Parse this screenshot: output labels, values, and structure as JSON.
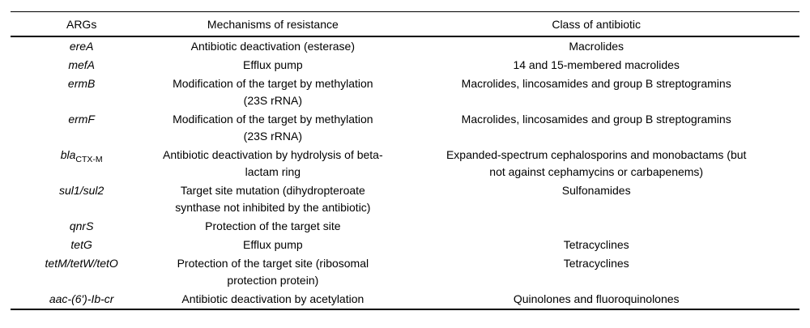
{
  "table": {
    "columns": [
      "ARGs",
      "Mechanisms of resistance",
      "Class of antibiotic"
    ],
    "rows": [
      {
        "arg": "ereA",
        "mechanism": "Antibiotic deactivation (esterase)",
        "class": "Macrolides"
      },
      {
        "arg": "mefA",
        "mechanism": "Efflux pump",
        "class": "14 and 15-membered macrolides"
      },
      {
        "arg": "ermB",
        "mechanism": "Modification of the target by methylation\n(23S rRNA)",
        "class": "Macrolides, lincosamides and group B streptogramins"
      },
      {
        "arg": "ermF",
        "mechanism": "Modification of the target by methylation\n(23S rRNA)",
        "class": "Macrolides, lincosamides and group B streptogramins"
      },
      {
        "arg": "bla",
        "arg_sub": "CTX-M",
        "mechanism": "Antibiotic deactivation by hydrolysis of beta-\nlactam ring",
        "class": "Expanded-spectrum cephalosporins and monobactams (but\nnot against cephamycins or carbapenems)"
      },
      {
        "arg": "sul1/sul2",
        "mechanism": "Target site mutation (dihydropteroate\nsynthase not inhibited by the antibiotic)",
        "class": "Sulfonamides"
      },
      {
        "arg": "qnrS",
        "mechanism": "Protection of the target site",
        "class": ""
      },
      {
        "arg": "tetG",
        "mechanism": "Efflux pump",
        "class": "Tetracyclines"
      },
      {
        "arg": "tetM/tetW/tetO",
        "mechanism": "Protection of the target site (ribosomal\nprotection protein)",
        "class": "Tetracyclines"
      },
      {
        "arg": "aac-(6′)-Ib-cr",
        "mechanism": "Antibiotic deactivation by acetylation",
        "class": "Quinolones and fluoroquinolones"
      }
    ]
  }
}
